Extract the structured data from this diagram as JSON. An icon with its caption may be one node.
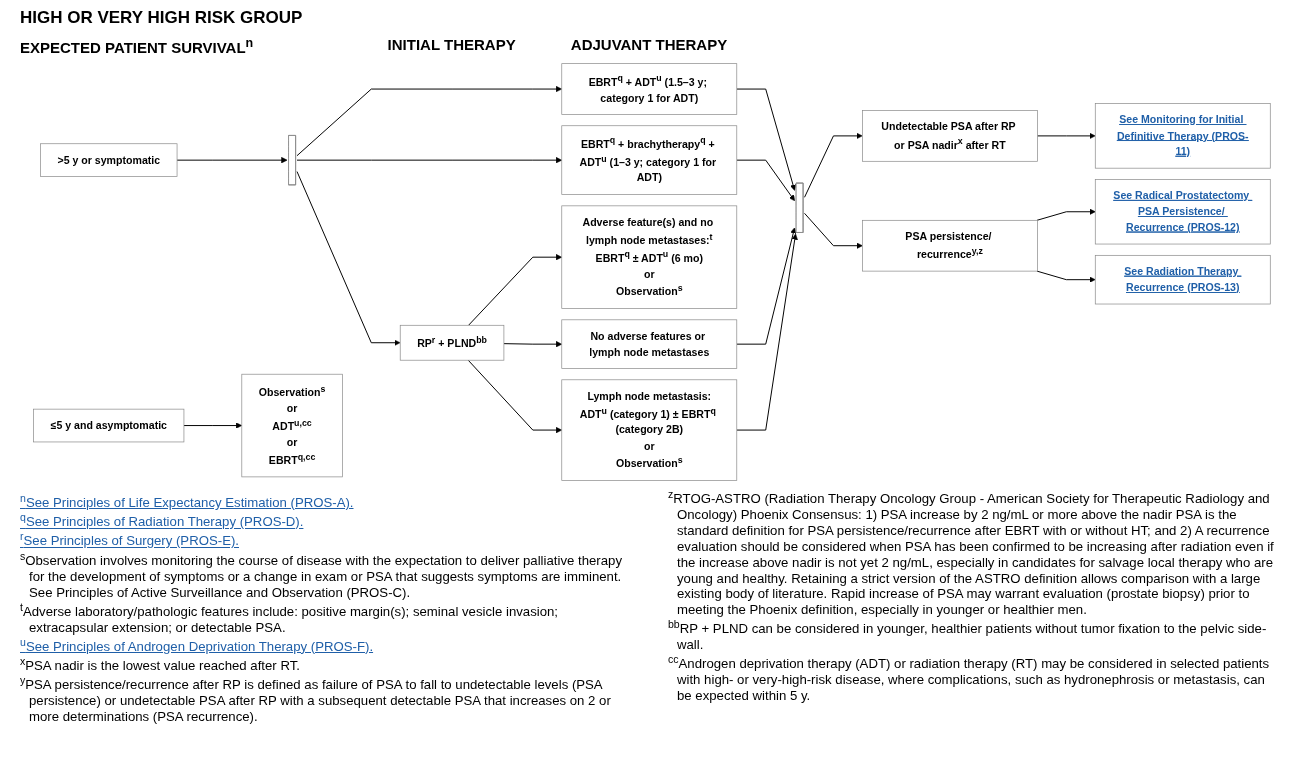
{
  "diagram": {
    "title": "HIGH OR VERY HIGH RISK GROUP",
    "nodes": [
      {
        "text": [
          ">5 y or symptomatic"
        ]
      },
      {
        "text": [],
        "shape": "bar"
      },
      {
        "text": [
          "EBRT$^{q}$ + ADT$^{u}$ (1.5–3 y; category 1 for ADT)"
        ]
      },
      {
        "text": [
          "EBRT$^{q}$ + brachytherapy$^{q}$ + ADT$^{u}$ (1–3 y; category 1 for ADT)"
        ]
      },
      {
        "text": [
          "RP$^{r}$ + PLND$^{bb}$"
        ]
      },
      {
        "text": [
          "Adverse feature(s) and no lymph node metastases:$^{t}$",
          "EBRT$^{q}$ ± ADT$^{u}$ (6 mo)",
          "or",
          "Observation$^{s}$"
        ]
      },
      {
        "text": [
          "No adverse features or lymph node metastases"
        ]
      },
      {
        "text": [
          "Lymph node metastasis:",
          "ADT$^{u}$ (category 1) ± EBRT$^{q}$ (category 2B)",
          "or",
          "Observation$^{s}$"
        ]
      },
      {
        "text": [
          "≤5 y and asymptomatic"
        ]
      },
      {
        "text": [
          "Observation$^{s}$",
          "or",
          "ADT$^{u,cc}$",
          "or",
          "EBRT$^{q,cc}$"
        ]
      },
      {
        "text": [],
        "shape": "bar"
      },
      {
        "text": [
          "Undetectable PSA after RP or PSA nadir$^{x}$ after RT"
        ]
      },
      {
        "text": [
          "PSA persistence/ recurrence$^{y,z}$"
        ]
      },
      {
        "text": [
          "See Monitoring for Initial Definitive Therapy (PROS-11)"
        ]
      },
      {
        "text": [
          "See Radical Prostatectomy PSA Persistence/ Recurrence (PROS-12)"
        ]
      },
      {
        "text": [
          "See Radiation Therapy Recurrence (PROS-13)"
        ]
      }
    ],
    "edges": [
      {
        "from": 0,
        "to": 1,
        "arrow": "to"
      },
      {
        "from": 1,
        "to": 2,
        "arrow": "to"
      },
      {
        "from": 1,
        "to": 3,
        "arrow": "to"
      },
      {
        "from": 1,
        "to": 4,
        "arrow": "to"
      },
      {
        "from": 4,
        "to": 5,
        "arrow": "to"
      },
      {
        "from": 4,
        "to": 6,
        "arrow": "to"
      },
      {
        "from": 4,
        "to": 7,
        "arrow": "to"
      },
      {
        "from": 8,
        "to": 9,
        "arrow": "to"
      },
      {
        "from": 2,
        "to": 10,
        "arrow": "to"
      },
      {
        "from": 3,
        "to": 10,
        "arrow": "to"
      },
      {
        "from": 6,
        "to": 10,
        "arrow": "to"
      },
      {
        "from": 7,
        "to": 10,
        "arrow": "to"
      },
      {
        "from": 10,
        "to": 11,
        "arrow": "to"
      },
      {
        "from": 10,
        "to": 12,
        "arrow": "to"
      },
      {
        "from": 11,
        "to": 13,
        "arrow": "to"
      },
      {
        "from": 12,
        "to": 14,
        "arrow": "to"
      },
      {
        "from": 12,
        "to": 15,
        "arrow": "to"
      }
    ],
    "labels": [
      "EXPECTED PATIENT SURVIVAL$^{n}$",
      "INITIAL THERAPY",
      "ADJUVANT THERAPY",
      "$^{n}$See Principles of Life Expectancy Estimation (PROS-A).",
      "$^{q}$See Principles of Radiation Therapy (PROS-D).",
      "$^{r}$See Principles of Surgery (PROS-E).",
      "$^{s}$Observation involves monitoring the course of disease with the expectation to deliver palliative therapy for the development of symptoms or a change in exam or PSA that suggests symptoms are imminent. See Principles of Active Surveillance and Observation (PROS-C).",
      "$^{t}$Adverse laboratory/pathologic features include: positive margin(s); seminal vesicle invasion; extracapsular extension; or detectable PSA.",
      "$^{u}$See Principles of Androgen Deprivation Therapy (PROS-F).",
      "$^{x}$PSA nadir is the lowest value reached after RT.",
      "$^{y}$PSA persistence/recurrence after RP is defined as failure of PSA to fall to undetectable levels (PSA persistence) or undetectable PSA after RP with a subsequent detectable PSA that increases on 2 or more determinations (PSA recurrence).",
      "$^{z}$RTOG-ASTRO (Radiation Therapy Oncology Group - American Society for Therapeutic Radiology and Oncology) Phoenix Consensus: 1) PSA increase by 2 ng/mL or more above the nadir PSA is the standard definition for PSA persistence/recurrence after EBRT with or without HT; and 2) A recurrence evaluation should be considered when PSA has been confirmed to be increasing after radiation even if the increase above nadir is not yet 2 ng/mL, especially in candidates for salvage local therapy who are young and healthy. Retaining a strict version of the ASTRO definition allows comparison with a large existing body of literature. Rapid increase of PSA may warrant evaluation (prostate biopsy) prior to meeting the Phoenix definition, especially in younger or healthier men.",
      "$^{bb}$RP + PLND can be considered in younger, healthier patients without tumor fixation to the pelvic side-wall.",
      "$^{cc}$Androgen deprivation therapy (ADT) or radiation therapy (RT) may be considered in selected patients with high- or very-high-risk disease, where complications, such as hydronephrosis or metastasis, can be expected within 5 y."
    ]
  }
}
